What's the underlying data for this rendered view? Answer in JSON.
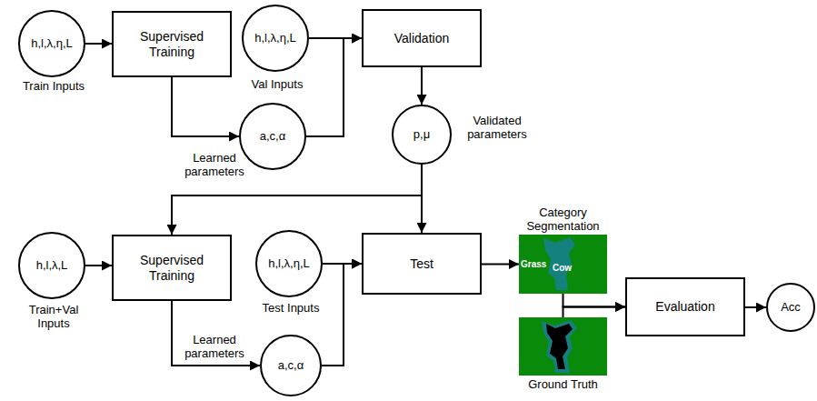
{
  "diagram": {
    "nodes": [
      {
        "text": [
          "h,l,λ,η,L",
          "Train Inputs"
        ]
      },
      {
        "text": [
          "Supervised Training"
        ]
      },
      {
        "text": [
          "h,l,λ,η,L",
          "Val Inputs"
        ]
      },
      {
        "text": [
          "Validation"
        ]
      },
      {
        "text": [
          "a,c,α",
          "Learned parameters"
        ]
      },
      {
        "text": [
          "p,μ",
          "Validated parameters"
        ]
      },
      {
        "text": [
          "h,l,λ,L",
          "Train+Val Inputs"
        ]
      },
      {
        "text": [
          "Supervised Training"
        ]
      },
      {
        "text": [
          "h,l,λ,η,L",
          "Test Inputs"
        ]
      },
      {
        "text": [
          "Test"
        ]
      },
      {
        "text": [
          "a,c,α",
          "Learned parameters"
        ]
      },
      {
        "text": [
          "Category Segmentation",
          "Grass",
          "Cow"
        ]
      },
      {
        "text": [
          "Ground Truth"
        ]
      },
      {
        "text": [
          "Evaluation"
        ]
      },
      {
        "text": [
          "Acc"
        ]
      }
    ],
    "edges": [
      {
        "from": 0,
        "to": 1,
        "arrow": "to"
      },
      {
        "from": 1,
        "to": 4,
        "arrow": "to"
      },
      {
        "from": 2,
        "to": 3,
        "arrow": "to"
      },
      {
        "from": 4,
        "to": 3,
        "arrow": "to"
      },
      {
        "from": 3,
        "to": 5,
        "arrow": "to"
      },
      {
        "from": 5,
        "to": 7,
        "arrow": "to"
      },
      {
        "from": 5,
        "to": 9,
        "arrow": "to"
      },
      {
        "from": 6,
        "to": 7,
        "arrow": "to"
      },
      {
        "from": 7,
        "to": 10,
        "arrow": "to"
      },
      {
        "from": 8,
        "to": 9,
        "arrow": "to"
      },
      {
        "from": 10,
        "to": 9,
        "arrow": "to"
      },
      {
        "from": 9,
        "to": 11,
        "arrow": "to"
      },
      {
        "from": 11,
        "to": 13,
        "arrow": "to"
      },
      {
        "from": 12,
        "to": 13,
        "arrow": "to"
      },
      {
        "from": 13,
        "to": 14,
        "arrow": "to"
      }
    ]
  }
}
